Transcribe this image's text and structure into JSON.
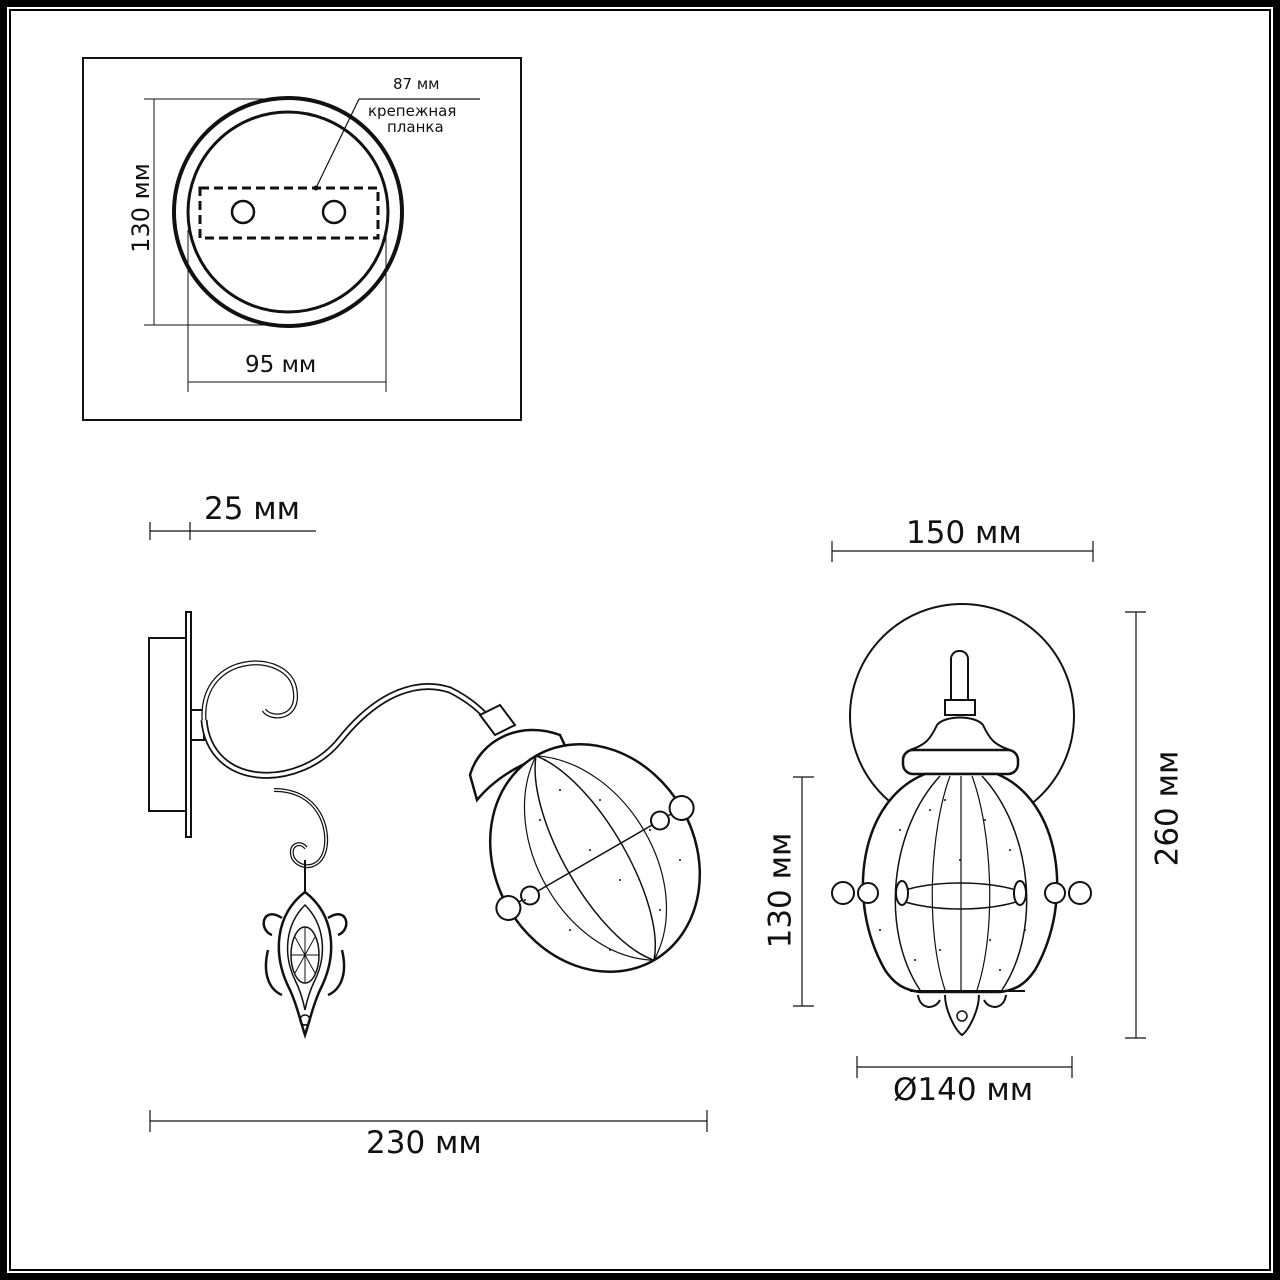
{
  "mount_plate": {
    "height_label": "130 мм",
    "width_label": "95 мм",
    "bracket_size_label": "87 мм",
    "bracket_caption_line1": "крепежная",
    "bracket_caption_line2": "планка"
  },
  "side_view": {
    "wall_offset_label": "25 мм",
    "total_length_label": "230 мм"
  },
  "front_view": {
    "width_label": "150 мм",
    "total_height_label": "260 мм",
    "shade_height_label": "130 мм",
    "shade_diameter_label": "Ø140 мм"
  },
  "colors": {
    "line": "#111111",
    "background": "#ffffff"
  }
}
